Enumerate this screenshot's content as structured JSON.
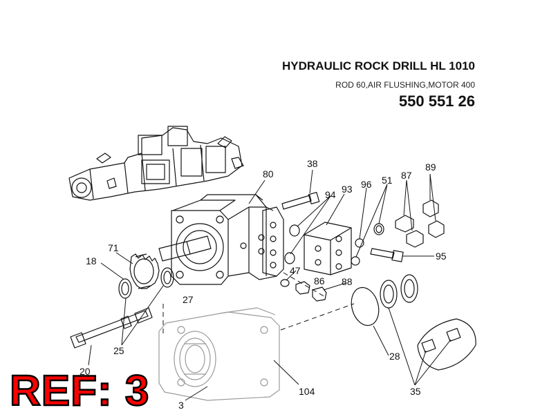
{
  "header": {
    "title": "HYDRAULIC ROCK DRILL HL 1010",
    "subtitle": "ROD 60,AIR FLUSHING,MOTOR 400",
    "part_number": "550 551 26"
  },
  "reference": "REF: 3",
  "callouts": [
    "38",
    "80",
    "94",
    "93",
    "96",
    "51",
    "87",
    "89",
    "71",
    "18",
    "95",
    "47",
    "86",
    "88",
    "27",
    "28",
    "25",
    "20",
    "104",
    "35",
    "3"
  ],
  "colors": {
    "line": "#111111",
    "reference_fill": "#ff0000",
    "reference_stroke": "#000000",
    "ghost": "#9a9a9a"
  }
}
